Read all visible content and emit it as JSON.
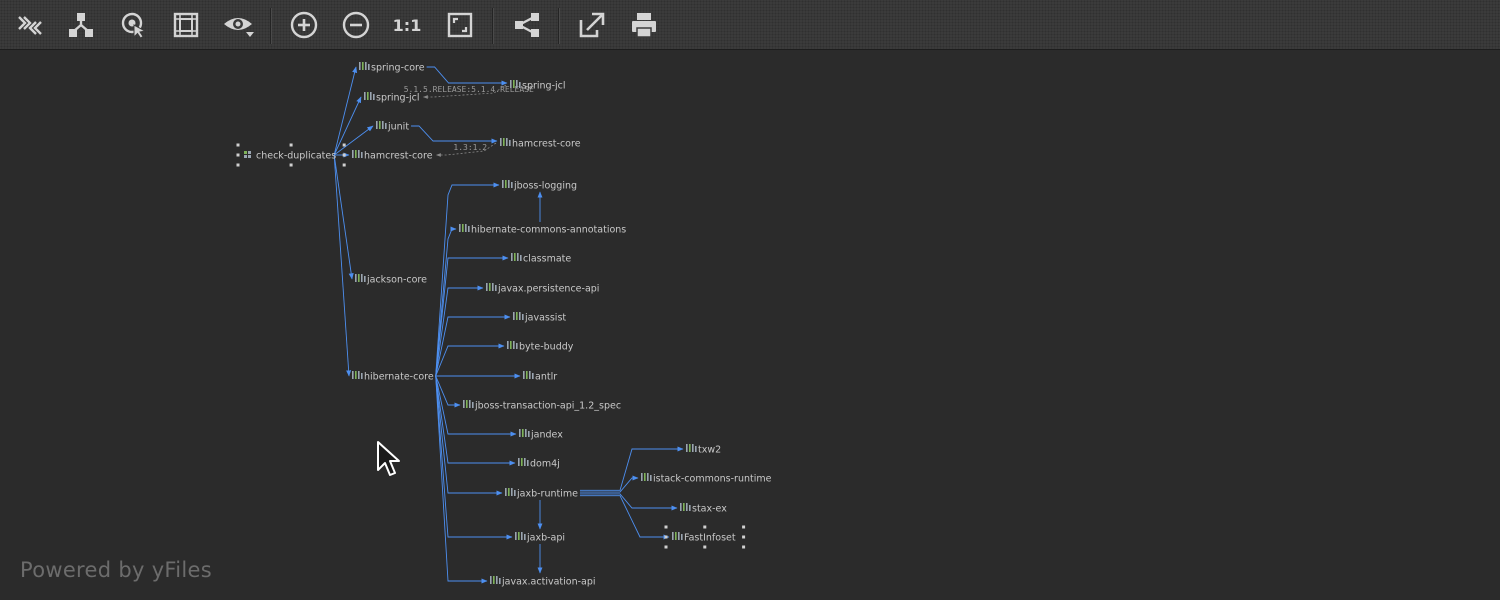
{
  "toolbar": {
    "buttons": [
      {
        "id": "expand",
        "icon": "expand-collapse-icon"
      },
      {
        "id": "layout",
        "icon": "hierarchic-layout-icon"
      },
      {
        "id": "select",
        "icon": "select-neighbors-icon"
      },
      {
        "id": "fit",
        "icon": "fit-content-icon"
      },
      {
        "id": "view",
        "icon": "eye-icon"
      },
      {
        "id": "zoom-in",
        "icon": "zoom-in-icon"
      },
      {
        "id": "zoom-out",
        "icon": "zoom-out-icon"
      },
      {
        "id": "actual-size",
        "icon": "actual-size-icon",
        "label": "1:1"
      },
      {
        "id": "fit-page",
        "icon": "fit-page-icon"
      },
      {
        "id": "share",
        "icon": "share-icon"
      },
      {
        "id": "export",
        "icon": "export-icon"
      },
      {
        "id": "print",
        "icon": "print-icon"
      }
    ]
  },
  "graph": {
    "root": "check-duplicates",
    "nodes": [
      {
        "id": "check-duplicates",
        "label": "check-duplicates",
        "kind": "module",
        "selected": true
      },
      {
        "id": "spring-core",
        "label": "spring-core",
        "kind": "library"
      },
      {
        "id": "spring-jcl-a",
        "label": "spring-jcl",
        "kind": "library"
      },
      {
        "id": "spring-jcl-b",
        "label": "spring-jcl",
        "kind": "library"
      },
      {
        "id": "junit",
        "label": "junit",
        "kind": "library"
      },
      {
        "id": "hamcrest-core-a",
        "label": "hamcrest-core",
        "kind": "library"
      },
      {
        "id": "hamcrest-core-b",
        "label": "hamcrest-core",
        "kind": "library"
      },
      {
        "id": "jackson-core",
        "label": "jackson-core",
        "kind": "library"
      },
      {
        "id": "hibernate-core",
        "label": "hibernate-core",
        "kind": "library"
      },
      {
        "id": "jboss-logging",
        "label": "jboss-logging",
        "kind": "library"
      },
      {
        "id": "hibernate-commons-annotations",
        "label": "hibernate-commons-annotations",
        "kind": "library"
      },
      {
        "id": "classmate",
        "label": "classmate",
        "kind": "library"
      },
      {
        "id": "javax.persistence-api",
        "label": "javax.persistence-api",
        "kind": "library"
      },
      {
        "id": "javassist",
        "label": "javassist",
        "kind": "library"
      },
      {
        "id": "byte-buddy",
        "label": "byte-buddy",
        "kind": "library"
      },
      {
        "id": "antlr",
        "label": "antlr",
        "kind": "library"
      },
      {
        "id": "jboss-transaction-api_1.2_spec",
        "label": "jboss-transaction-api_1.2_spec",
        "kind": "library"
      },
      {
        "id": "jandex",
        "label": "jandex",
        "kind": "library"
      },
      {
        "id": "dom4j",
        "label": "dom4j",
        "kind": "library"
      },
      {
        "id": "jaxb-runtime",
        "label": "jaxb-runtime",
        "kind": "library"
      },
      {
        "id": "txw2",
        "label": "txw2",
        "kind": "library"
      },
      {
        "id": "istack-commons-runtime",
        "label": "istack-commons-runtime",
        "kind": "library"
      },
      {
        "id": "stax-ex",
        "label": "stax-ex",
        "kind": "library"
      },
      {
        "id": "FastInfoset",
        "label": "FastInfoset",
        "kind": "library",
        "selected": true
      },
      {
        "id": "jaxb-api",
        "label": "jaxb-api",
        "kind": "library"
      },
      {
        "id": "javax.activation-api",
        "label": "javax.activation-api",
        "kind": "library"
      }
    ],
    "edges": [
      {
        "from": "check-duplicates",
        "to": "spring-core"
      },
      {
        "from": "check-duplicates",
        "to": "spring-jcl-a"
      },
      {
        "from": "check-duplicates",
        "to": "junit"
      },
      {
        "from": "check-duplicates",
        "to": "hamcrest-core-a"
      },
      {
        "from": "check-duplicates",
        "to": "jackson-core"
      },
      {
        "from": "check-duplicates",
        "to": "hibernate-core"
      },
      {
        "from": "spring-core",
        "to": "spring-jcl-b"
      },
      {
        "from": "spring-jcl-b",
        "to": "spring-jcl-a",
        "dashed": true,
        "label": "5.1.5.RELEASE:5.1.4.RELEASE"
      },
      {
        "from": "junit",
        "to": "hamcrest-core-b"
      },
      {
        "from": "hamcrest-core-b",
        "to": "hamcrest-core-a",
        "dashed": true,
        "label": "1.3:1.2"
      },
      {
        "from": "hibernate-core",
        "to": "jboss-logging"
      },
      {
        "from": "hibernate-core",
        "to": "hibernate-commons-annotations"
      },
      {
        "from": "hibernate-commons-annotations",
        "to": "jboss-logging"
      },
      {
        "from": "hibernate-core",
        "to": "classmate"
      },
      {
        "from": "hibernate-core",
        "to": "javax.persistence-api"
      },
      {
        "from": "hibernate-core",
        "to": "javassist"
      },
      {
        "from": "hibernate-core",
        "to": "byte-buddy"
      },
      {
        "from": "hibernate-core",
        "to": "antlr"
      },
      {
        "from": "hibernate-core",
        "to": "jboss-transaction-api_1.2_spec"
      },
      {
        "from": "hibernate-core",
        "to": "jandex"
      },
      {
        "from": "hibernate-core",
        "to": "dom4j"
      },
      {
        "from": "hibernate-core",
        "to": "jaxb-runtime"
      },
      {
        "from": "hibernate-core",
        "to": "jaxb-api"
      },
      {
        "from": "hibernate-core",
        "to": "javax.activation-api"
      },
      {
        "from": "jaxb-runtime",
        "to": "jaxb-api"
      },
      {
        "from": "jaxb-api",
        "to": "javax.activation-api"
      },
      {
        "from": "jaxb-runtime",
        "to": "txw2"
      },
      {
        "from": "jaxb-runtime",
        "to": "istack-commons-runtime"
      },
      {
        "from": "jaxb-runtime",
        "to": "stax-ex"
      },
      {
        "from": "jaxb-runtime",
        "to": "FastInfoset"
      }
    ]
  },
  "footer": {
    "powered_by": "Powered by yFiles"
  },
  "colors": {
    "edge": "#4d8ff0",
    "edge_dashed": "#8a8a8a",
    "label": "#c9c9c9",
    "canvas": "#2b2b2b",
    "toolbar": "#3b3b3b",
    "icon": "#d4d4d4",
    "lib_icon_green": "#7fb35a",
    "lib_icon_gray": "#9aa5b1"
  }
}
